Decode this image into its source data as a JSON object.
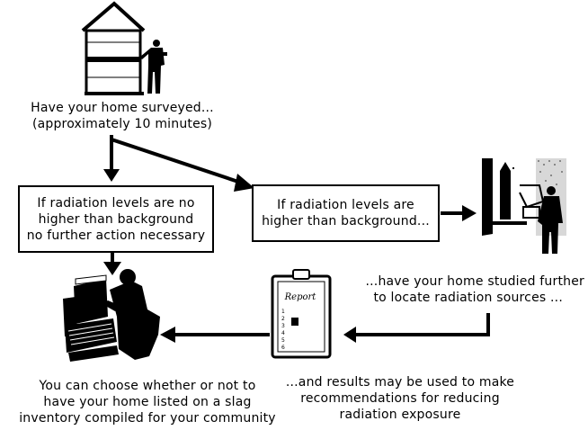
{
  "steps": {
    "survey": {
      "line1": "Have your home surveyed...",
      "line2": "(approximately 10 minutes)"
    },
    "no_action": {
      "line1": "If radiation levels are no",
      "line2": "higher than background",
      "line3": "no further action necessary"
    },
    "higher": {
      "line1": "If radiation levels are",
      "line2": "higher than background..."
    },
    "study": {
      "line1": "...have your home studied further",
      "line2": "to locate radiation sources ..."
    },
    "results": {
      "line1": "...and results may be used to make",
      "line2": "recommendations for reducing",
      "line3": "radiation exposure"
    },
    "inventory": {
      "line1": "You can choose whether or not to",
      "line2": "have your home listed on a slag",
      "line3": "inventory compiled for your community"
    }
  },
  "clipboard_title": "Report"
}
